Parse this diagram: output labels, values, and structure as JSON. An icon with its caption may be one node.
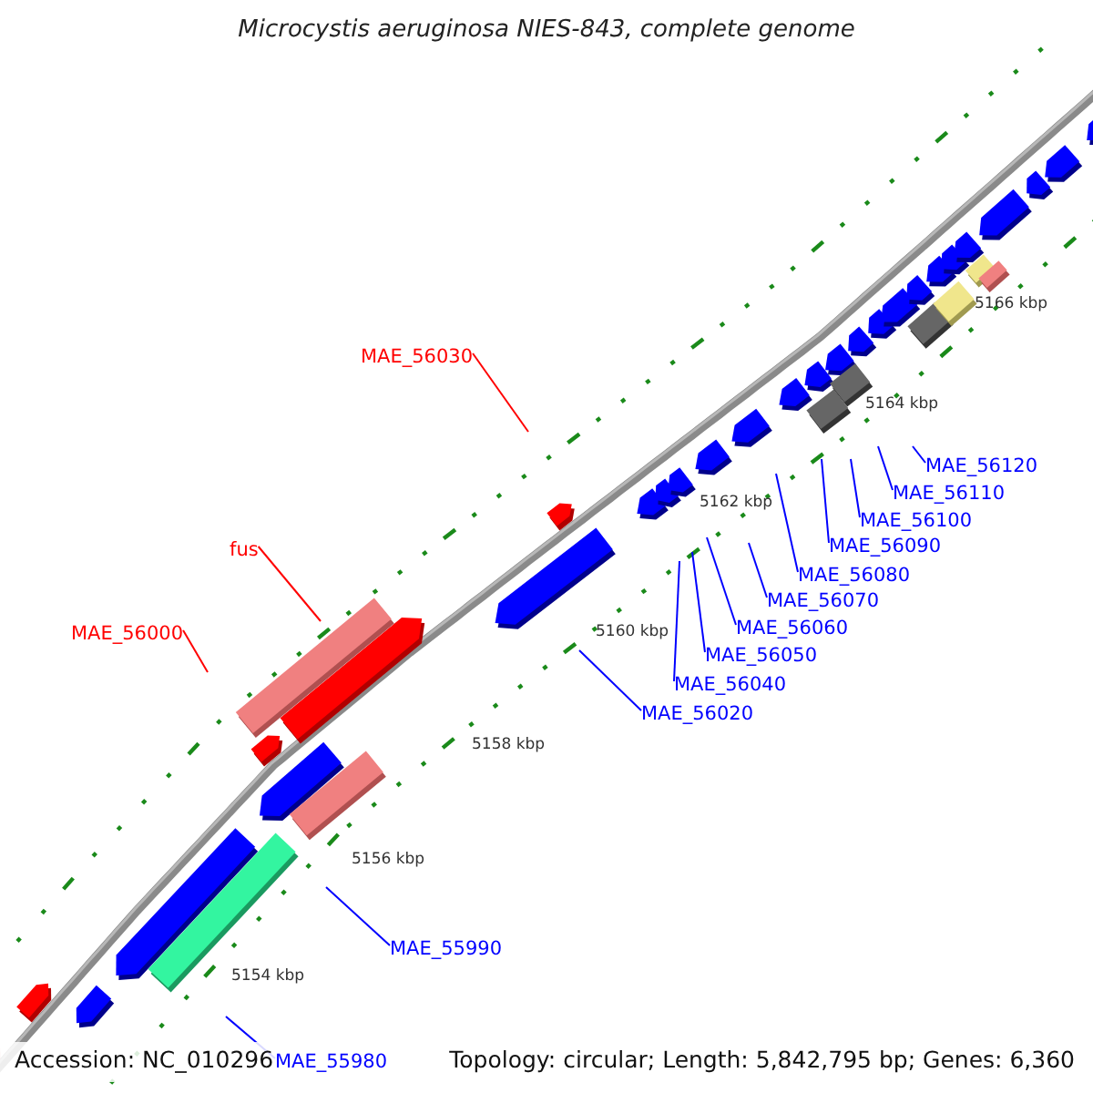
{
  "diagram": {
    "title": "Microcystis aeruginosa NIES-843, complete genome",
    "nodes": [
      {
        "text": [
          "MAE_56030"
        ]
      },
      {
        "text": [
          "fus"
        ]
      },
      {
        "text": [
          "MAE_56000"
        ]
      },
      {
        "text": [
          "MAE_55990"
        ]
      },
      {
        "text": [
          "MAE_55980"
        ]
      },
      {
        "text": [
          "MAE_56020"
        ]
      },
      {
        "text": [
          "MAE_56040"
        ]
      },
      {
        "text": [
          "MAE_56050"
        ]
      },
      {
        "text": [
          "MAE_56060"
        ]
      },
      {
        "text": [
          "MAE_56070"
        ]
      },
      {
        "text": [
          "MAE_56080"
        ]
      },
      {
        "text": [
          "MAE_56090"
        ]
      },
      {
        "text": [
          "MAE_56100"
        ]
      },
      {
        "text": [
          "MAE_56110"
        ]
      },
      {
        "text": [
          "MAE_56120"
        ]
      }
    ],
    "edges": [
      {
        "from": 0,
        "to": null,
        "arrow": "none",
        "color": "#ff0000"
      },
      {
        "from": 1,
        "to": null,
        "arrow": "none",
        "color": "#ff0000"
      },
      {
        "from": 2,
        "to": null,
        "arrow": "none",
        "color": "#ff0000"
      },
      {
        "from": 3,
        "to": null,
        "arrow": "none"
      },
      {
        "from": 4,
        "to": null,
        "arrow": "none"
      },
      {
        "from": 5,
        "to": null,
        "arrow": "none"
      },
      {
        "from": 6,
        "to": null,
        "arrow": "none"
      },
      {
        "from": 7,
        "to": null,
        "arrow": "none"
      },
      {
        "from": 8,
        "to": null,
        "arrow": "none"
      },
      {
        "from": 9,
        "to": null,
        "arrow": "none"
      },
      {
        "from": 10,
        "to": null,
        "arrow": "none"
      },
      {
        "from": 11,
        "to": null,
        "arrow": "none"
      },
      {
        "from": 12,
        "to": null,
        "arrow": "none"
      },
      {
        "from": 13,
        "to": null,
        "arrow": "none"
      },
      {
        "from": 14,
        "to": null,
        "arrow": "none"
      }
    ],
    "labels": [
      "5166 kbp",
      "5164 kbp",
      "5162 kbp",
      "5160 kbp",
      "5158 kbp",
      "5156 kbp",
      "5154 kbp",
      "Accession: NC_010296",
      "Topology: circular; Length: 5,842,795 bp; Genes: 6,360"
    ]
  }
}
